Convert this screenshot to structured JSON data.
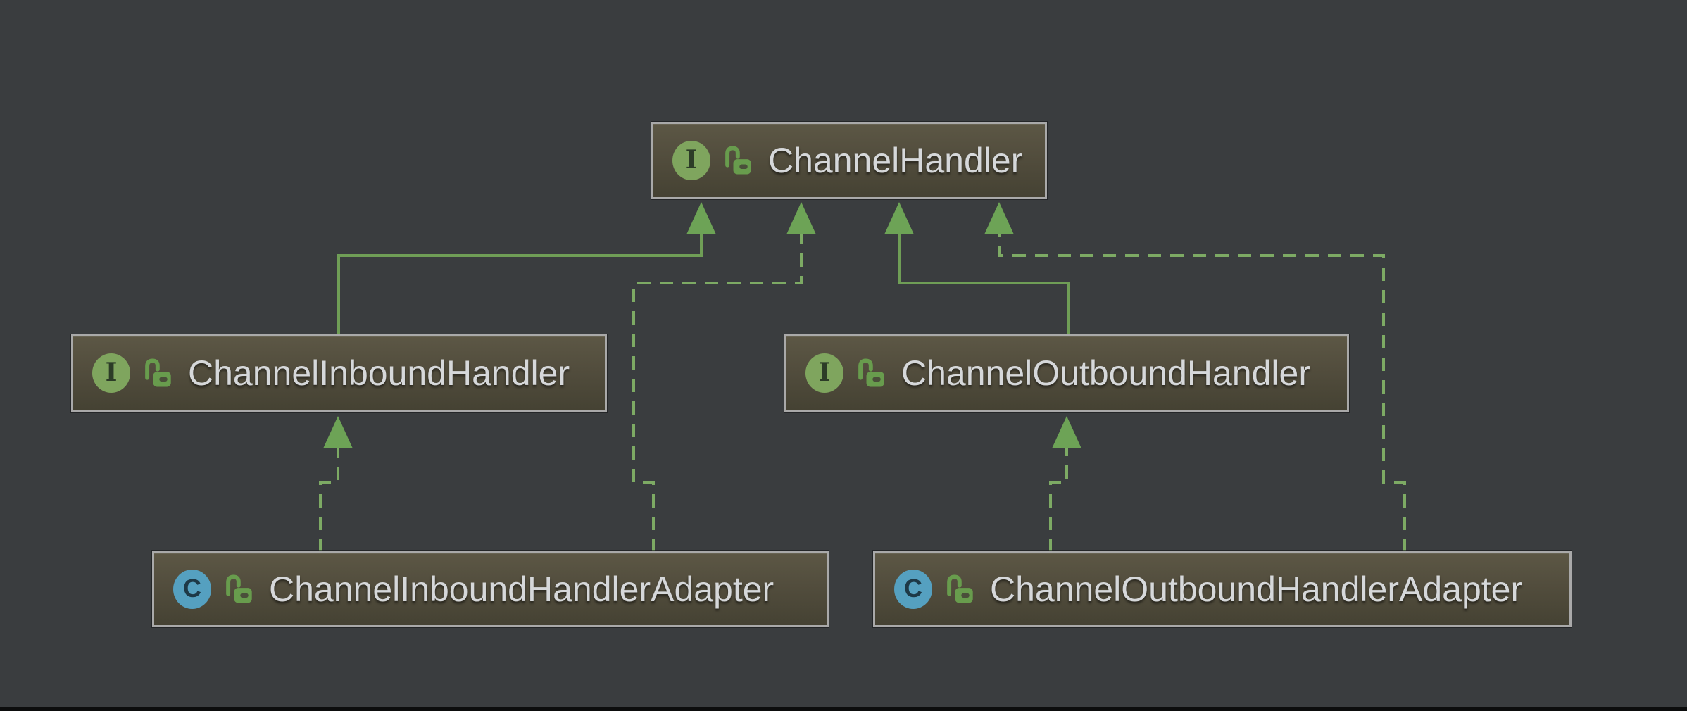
{
  "diagram": {
    "tool": "uml-class-diagram",
    "background_color": "#3a3d3f",
    "node_border_color": "#a9a9a9",
    "node_fill_top": "#5c5745",
    "node_fill_bottom": "#454233",
    "label_color": "#d6d8da",
    "edge_solid_color": "#6f9e56",
    "edge_dashed_color": "#7daa64",
    "arrowhead_color": "#6da356",
    "interface_icon_color": "#7fa55e",
    "class_icon_color": "#55a0c0",
    "lock_icon_color": "#689c4d",
    "nodes": [
      {
        "id": "ChannelHandler",
        "label": "ChannelHandler",
        "kind": "interface",
        "icon_letter": "I",
        "lock_icon": "unlocked-padlock"
      },
      {
        "id": "ChannelInboundHandler",
        "label": "ChannelInboundHandler",
        "kind": "interface",
        "icon_letter": "I",
        "lock_icon": "unlocked-padlock"
      },
      {
        "id": "ChannelOutboundHandler",
        "label": "ChannelOutboundHandler",
        "kind": "interface",
        "icon_letter": "I",
        "lock_icon": "unlocked-padlock"
      },
      {
        "id": "ChannelInboundHandlerAdapter",
        "label": "ChannelInboundHandlerAdapter",
        "kind": "class",
        "icon_letter": "C",
        "lock_icon": "unlocked-padlock"
      },
      {
        "id": "ChannelOutboundHandlerAdapter",
        "label": "ChannelOutboundHandlerAdapter",
        "kind": "class",
        "icon_letter": "C",
        "lock_icon": "unlocked-padlock"
      }
    ],
    "relationships": [
      {
        "from": "ChannelInboundHandler",
        "to": "ChannelHandler",
        "type": "extends",
        "line": "solid"
      },
      {
        "from": "ChannelOutboundHandler",
        "to": "ChannelHandler",
        "type": "extends",
        "line": "solid"
      },
      {
        "from": "ChannelInboundHandlerAdapter",
        "to": "ChannelInboundHandler",
        "type": "implements",
        "line": "dashed"
      },
      {
        "from": "ChannelInboundHandlerAdapter",
        "to": "ChannelHandler",
        "type": "implements",
        "line": "dashed"
      },
      {
        "from": "ChannelOutboundHandlerAdapter",
        "to": "ChannelOutboundHandler",
        "type": "implements",
        "line": "dashed"
      },
      {
        "from": "ChannelOutboundHandlerAdapter",
        "to": "ChannelHandler",
        "type": "implements",
        "line": "dashed"
      }
    ]
  }
}
